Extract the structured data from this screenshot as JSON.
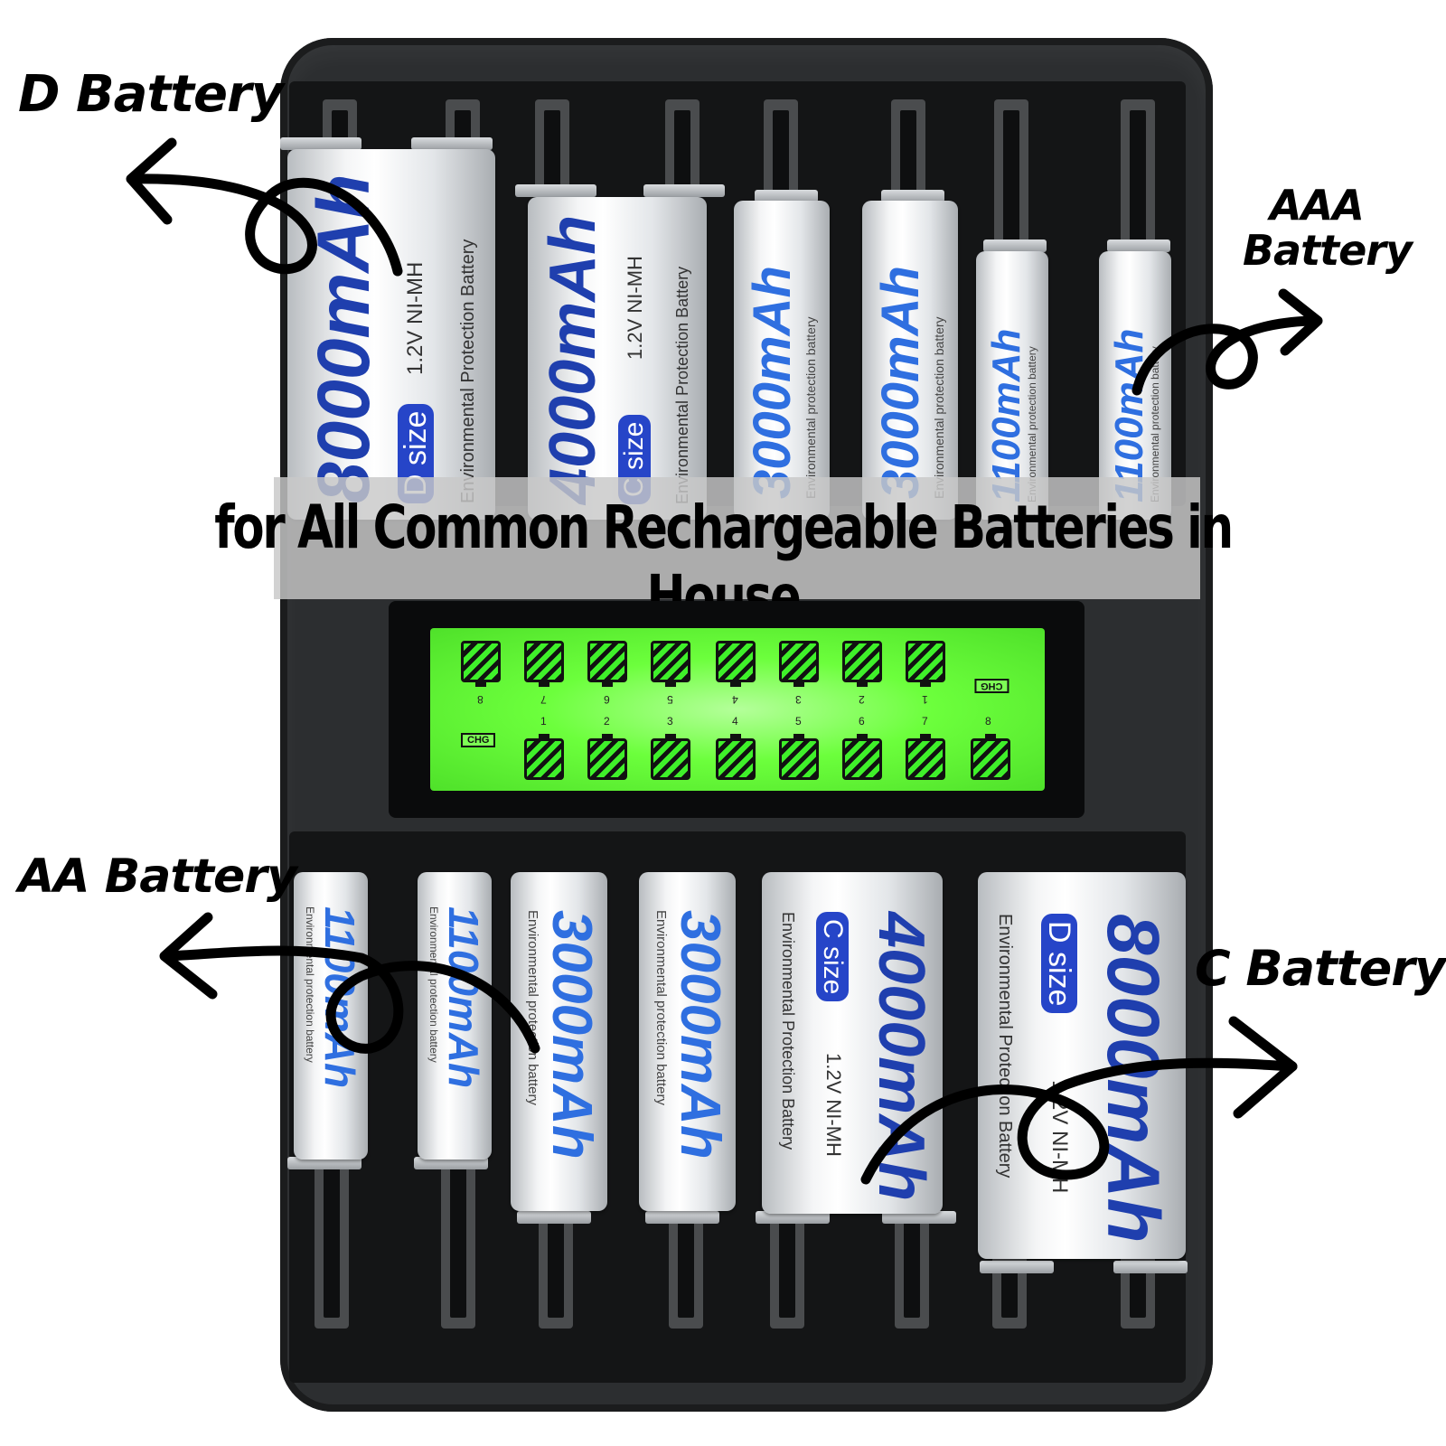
{
  "headline": "for All Common Rechargeable Batteries in House",
  "labels": {
    "d_battery": "D Battery",
    "aaa_battery_line1": "AAA",
    "aaa_battery_line2": "Battery",
    "aa_battery": "AA Battery",
    "c_battery": "C Battery"
  },
  "top_batteries": [
    {
      "capacity": "8000mAh",
      "badge": "D size",
      "voltage": "1.2V NI-MH",
      "note": "Environmental Protection Battery"
    },
    {
      "capacity": "4000mAh",
      "badge": "C size",
      "voltage": "1.2V NI-MH",
      "note": "Environmental Protection Battery"
    },
    {
      "capacity": "3000mAh",
      "note": "Environmental protection battery"
    },
    {
      "capacity": "3000mAh",
      "note": "Environmental protection battery"
    },
    {
      "capacity": "1100mAh",
      "note": "Environmental protection battery"
    },
    {
      "capacity": "1100mAh",
      "note": "Environmental protection battery"
    }
  ],
  "bottom_batteries": [
    {
      "capacity": "1100mAh",
      "note": "Environmental protection battery"
    },
    {
      "capacity": "1100mAh",
      "note": "Environmental protection battery"
    },
    {
      "capacity": "3000mAh",
      "note": "Environmental protection battery"
    },
    {
      "capacity": "3000mAh",
      "note": "Environmental protection battery"
    },
    {
      "capacity": "4000mAh",
      "badge": "C size",
      "voltage": "1.2V NI-MH",
      "note": "Environmental Protection Battery"
    },
    {
      "capacity": "8000mAh",
      "badge": "D size",
      "voltage": "1.2V NI-MH",
      "note": "Environmental Protection Battery"
    }
  ],
  "lcd": {
    "chg_label": "CHG",
    "top_numbers": [
      "8",
      "7",
      "6",
      "5",
      "4",
      "3",
      "2",
      "1"
    ],
    "bottom_numbers": [
      "1",
      "2",
      "3",
      "4",
      "5",
      "6",
      "7",
      "8"
    ],
    "backlight_color": "#5cff30"
  },
  "colors": {
    "charger": "#2c2e30",
    "capacity_text": "#1f3fae",
    "badge": "#2645c8"
  }
}
